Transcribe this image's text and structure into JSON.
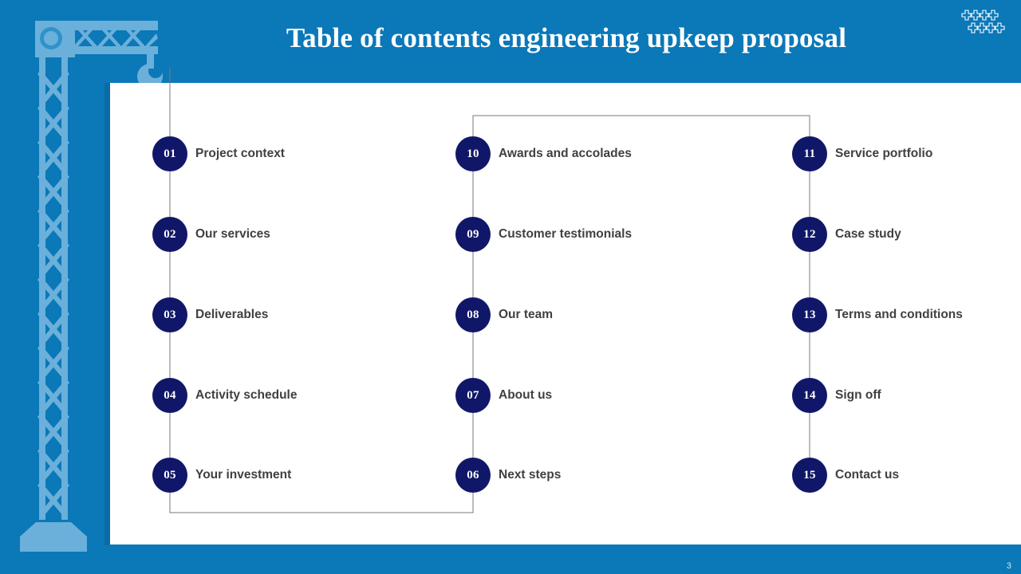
{
  "slide": {
    "title": "Table of contents engineering upkeep proposal",
    "page_number": "3",
    "background_color": "#0b78b8",
    "card_color": "#ffffff",
    "bullet_color": "#111768",
    "label_color": "#404040",
    "crane_color": "#6ab0da",
    "connector_color": "#7a7a7a"
  },
  "decor": {
    "crosses_name": "plus-pattern-decoration",
    "crane_name": "tower-crane-illustration"
  },
  "toc": {
    "columns": [
      {
        "name": "column-1",
        "items": [
          {
            "number": "01",
            "label": "Project context"
          },
          {
            "number": "02",
            "label": "Our services"
          },
          {
            "number": "03",
            "label": "Deliverables"
          },
          {
            "number": "04",
            "label": "Activity  schedule"
          },
          {
            "number": "05",
            "label": "Your investment"
          }
        ]
      },
      {
        "name": "column-2",
        "items": [
          {
            "number": "10",
            "label": "Awards and accolades"
          },
          {
            "number": "09",
            "label": "Customer testimonials"
          },
          {
            "number": "08",
            "label": "Our team"
          },
          {
            "number": "07",
            "label": "About us"
          },
          {
            "number": "06",
            "label": "Next steps"
          }
        ]
      },
      {
        "name": "column-3",
        "items": [
          {
            "number": "11",
            "label": "Service portfolio"
          },
          {
            "number": "12",
            "label": "Case study"
          },
          {
            "number": "13",
            "label": "Terms and conditions"
          },
          {
            "number": "14",
            "label": "Sign off"
          },
          {
            "number": "15",
            "label": "Contact us"
          }
        ]
      }
    ]
  }
}
